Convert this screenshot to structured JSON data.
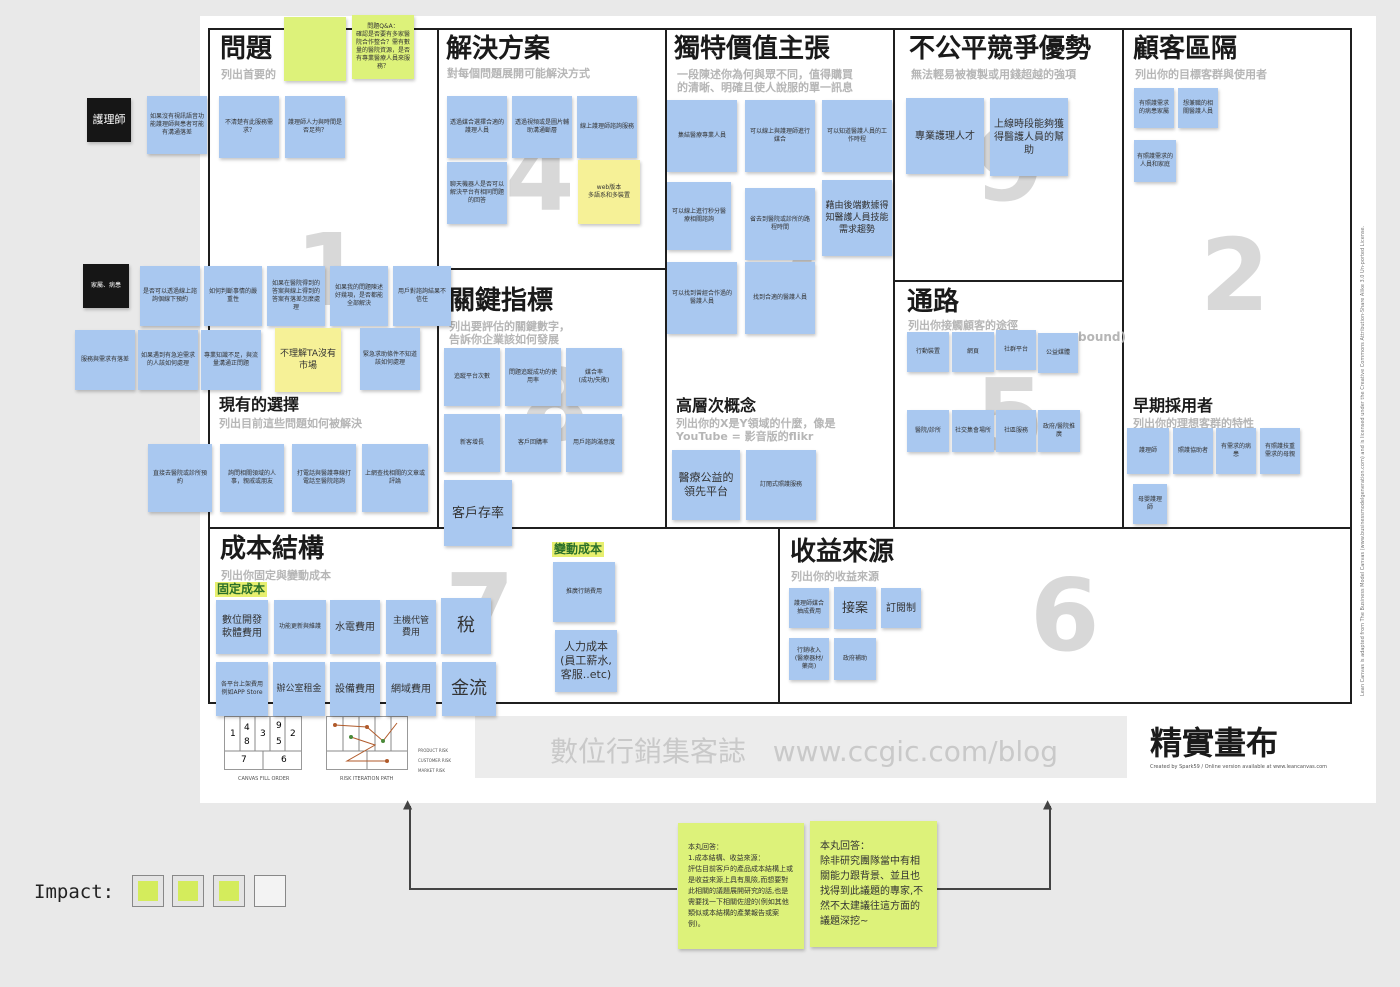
{
  "canvas_title": "精實畫布",
  "credit": "Created by Spark59 / Online version available at www.leancanvas.com",
  "license": "Lean Canvas is adapted from The Business Model Canvas (www.businessmodelgeneration.com) and is licensed under the Creative Commons Attribution-Share Alike 3.0 Un-ported License.",
  "watermark": "數位行銷集客誌   www.ccgic.com/blog",
  "sections": {
    "problem": {
      "title": "問題",
      "subtitle": "列出首要的",
      "number": "1"
    },
    "alternatives": {
      "title": "現有的選擇",
      "subtitle": "列出目前這些問題如何被解決"
    },
    "solution": {
      "title": "解決方案",
      "subtitle": "對每個問題展開可能解決方式",
      "number": "4"
    },
    "metrics": {
      "title": "關鍵指標",
      "subtitle": "列出要評估的關鍵數字，\n告訴你企業該如何發展",
      "number": "8"
    },
    "uvp": {
      "title": "獨特價值主張",
      "subtitle": "一段陳述你為何與眾不同，值得購買\n的清晰、明確且使人說服的單一訊息",
      "number": "3"
    },
    "high_level": {
      "title": "高層次概念",
      "subtitle": "列出你的X是Y領域的什麼，像是\nYouTube = 影音版的flikr"
    },
    "unfair": {
      "title": "不公平競爭優勢",
      "subtitle": "無法輕易被複製或用錢超越的強項",
      "number": "9"
    },
    "channels": {
      "title": "通路",
      "subtitle": "列出你接觸顧客的途徑",
      "extra": "bound)",
      "number": "5"
    },
    "segments": {
      "title": "顧客區隔",
      "subtitle": "列出你的目標客群與使用者",
      "number": "2"
    },
    "early": {
      "title": "早期採用者",
      "subtitle": "列出你的理想客群的特性"
    },
    "cost": {
      "title": "成本結構",
      "subtitle": "列出你固定與變動成本",
      "fixed_label": "固定成本",
      "variable_label": "變動成本",
      "number": "7"
    },
    "revenue": {
      "title": "收益來源",
      "subtitle": "列出你的收益來源",
      "number": "6"
    }
  },
  "side_tags": {
    "nurse": "護理師",
    "family": "家屬、病患"
  },
  "notes": {
    "p_y1": "",
    "p_y2": "問題Q&A：\n確認是否要有多家醫院合作整合？需有數量的醫院資源，是否有專業醫療人員來服務？",
    "p_a": "如果沒有視訊語音功能護理師與患者可能有溝通落差",
    "p_b": "不清楚有此服務需求？",
    "p_c": "護理師人力與時間是否足夠？",
    "p_d": "是否可以透過線上諮詢個線下預約",
    "p_e": "如何判斷事情的嚴重性",
    "p_f": "如果在醫院得到的答案與線上得到的答案有落差怎麼處理",
    "p_g": "如果我的問題陳述好幾項，是否都能全部解決",
    "p_h": "用戶對諮詢結果不信任",
    "p_i": "服務與需求有落差",
    "p_j": "如果遇到有急迫需求的人該如何處理",
    "p_k": "專業知識不足，與流量溝通正問題",
    "p_l": "不理解TA沒有市場",
    "p_m": "緊急求助條件不知道該如何處理",
    "alt_a": "直接去醫院或診所預約",
    "alt_b": "詢問相關領域的人事，親戚或朋友",
    "alt_c": "打電話與醫護專線打電話至醫院諮詢",
    "alt_d": "上網查找相關的文章或評論",
    "s_a": "透過媒合選擇合適的護理人員",
    "s_b": "透過視頻或是圖片輔助溝通斷層",
    "s_c": "線上護理師諮詢服務",
    "s_d": "聊天機器人是否可以解決平台有相同問題的回答",
    "s_e": "web版本\n多語系和多裝置",
    "m_a": "追蹤平台次數",
    "m_b": "問題追蹤成功的使用率",
    "m_c": "媒合率\n(成功/失敗)",
    "m_d": "新客增長",
    "m_e": "客戶回購率",
    "m_f": "用戶諮詢滿意度",
    "m_g": "客戶存率",
    "u_a": "集結醫療專業人員",
    "u_b": "可以線上與護理師進行媒合",
    "u_c": "可以知道醫護人員的工作時程",
    "u_d": "可以線上進行秒分醫療相關諮詢",
    "u_e": "省去到醫院或診所的路程時間",
    "u_f": "藉由後端數據得知醫護人員技能需求趨勢",
    "u_g": "可以找到曾經合作過的醫護人員",
    "u_h": "找到合適的醫護人員",
    "h_a": "醫療公益的領先平台",
    "h_b": "訂閱式照護服務",
    "uf_a": "專業護理人才",
    "uf_b": "上線時段能夠獲得醫護人員的幫助",
    "c_a": "行動裝置",
    "c_b": "網頁",
    "c_c": "社群平台",
    "c_d": "公益媒體",
    "c_e": "醫院/診所",
    "c_f": "社交集會場所",
    "c_g": "社區服務",
    "c_h": "政府/醫院推廣",
    "cs_a": "有照護需求的病患家屬",
    "cs_b": "想兼職的相關醫護人員",
    "cs_c": "有照護需求的人員和家庭",
    "ea_a": "護理師",
    "ea_b": "照護協助者",
    "ea_c": "有需求的病患",
    "ea_d": "有照護技重需求的母親",
    "ea_e": "母嬰護理師",
    "co_a": "數位開發軟體費用",
    "co_b": "功能更新與維護",
    "co_c": "水電費用",
    "co_d": "主機代管費用",
    "co_e": "稅",
    "co_f": "各平台上架費用\n例如APP Store",
    "co_g": "辦公室租金",
    "co_h": "設備費用",
    "co_i": "網域費用",
    "co_j": "金流",
    "co_k": "推廣行銷費用",
    "co_l": "人力成本\n(員工薪水,\n客服..etc)",
    "r_a": "護理師媒合抽成費用",
    "r_b": "接案",
    "r_c": "訂閱制",
    "r_d": "行銷收入\n(醫療器材/藥商)",
    "r_e": "政府補助",
    "ans1": "本丸回答：\n1.成本結構、收益來源：\n評估目前客戶的產品成本結構上或是收益來源上具有風險,而想要對此相關的議題展開研究的話,也是需要找一下相關佐證的(例如其他類似或本結構的產業報告或案例)。",
    "ans2": "本丸回答：\n除非研究團隊當中有相關能力跟背景、並且也找得到此議題的專家,不然不太建議往這方面的議題深挖~"
  },
  "sketch": {
    "grid_nums": [
      "1",
      "4",
      "3",
      "9",
      "2",
      "8",
      "5",
      "7",
      "6"
    ],
    "left_caption": "CANVAS FILL ORDER",
    "right_caption": "RISK ITERATION PATH",
    "legend": [
      "PRODUCT RISK",
      "CUSTOMER RISK",
      "MARKET RISK"
    ]
  },
  "impact": {
    "label": "Impact:",
    "filled": 3,
    "total": 4
  },
  "colors": {
    "blue_note": "#a9c8f0",
    "yellow_note": "#f6f197",
    "green_note": "#ddf27a",
    "frame": "#1f1f1f"
  }
}
